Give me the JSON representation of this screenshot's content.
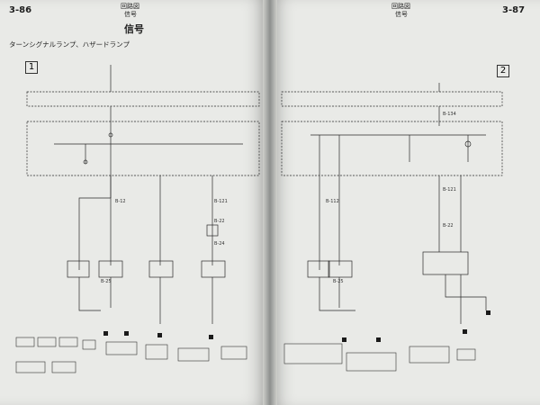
{
  "left_page": {
    "page_number": "3-86",
    "running_head": {
      "line1": "回路図",
      "line2": "信号"
    },
    "section_title": "信号",
    "subtitle": "ターンシグナルランプ、ハザードランプ",
    "figure_number": "1",
    "footer_code": ""
  },
  "right_page": {
    "page_number": "3-87",
    "running_head": {
      "line1": "回路図",
      "line2": "信号"
    },
    "figure_number": "2",
    "footer_code": ""
  },
  "connectors": {
    "left": [
      "B-12",
      "B-22",
      "B-24",
      "B-25",
      "B-121"
    ],
    "right": [
      "B-112",
      "B-25",
      "B-22",
      "B-121",
      "B-134"
    ]
  }
}
